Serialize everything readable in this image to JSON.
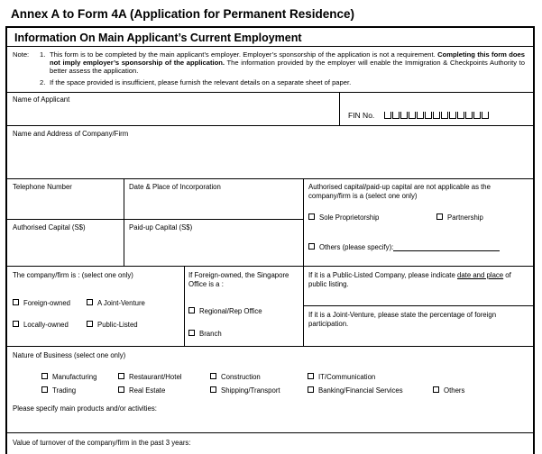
{
  "header": {
    "annex_title": "Annex A to Form 4A (Application for Permanent Residence)"
  },
  "section": {
    "title": "Information On Main Applicant’s Current Employment"
  },
  "notes": {
    "label": "Note:",
    "n1_num": "1.",
    "n1_text_a": "This form is to be completed by the main applicant’s employer. Employer’s sponsorship of the application is not a requirement.",
    "n1_text_bold": "Completing this form does not imply employer’s sponsorship of the application.",
    "n1_text_b": "The information provided by the employer will enable the Immigration & Checkpoints Authority to better assess the application.",
    "n2_num": "2.",
    "n2_text": "If the space provided is insufficient, please furnish the relevant details on a separate sheet of paper."
  },
  "fields": {
    "name_of_applicant": "Name of Applicant",
    "fin_no": "FIN No.",
    "name_address_company": "Name and Address of Company/Firm",
    "telephone": "Telephone Number",
    "date_place_incorporation": "Date & Place of Incorporation",
    "authorised_capital": "Authorised Capital (S$)",
    "paidup_capital": "Paid-up Capital (S$)",
    "capital_na_note": "Authorised capital/paid-up capital are not applicable as the company/firm is a (select one only)",
    "company_firm_is": "The company/firm is :   (select one only)",
    "foreign_owned_office": "If Foreign-owned, the Singapore Office is a :",
    "public_listed_prefix": "If it is a Public-Listed Company, please indicate ",
    "public_listed_underlined": "date and place",
    "public_listed_mid": " of public listing.",
    "joint_venture_note": "If it is a Joint-Venture, please state the percentage of foreign participation.",
    "nature_of_business": "Nature of Business (select one only)",
    "main_products": "Please specify main products and/or activities:",
    "turnover": "Value of turnover of the company/firm in the past 3 years:"
  },
  "options": {
    "sole_proprietorship": "Sole Proprietorship",
    "partnership": "Partnership",
    "others_specify": "Others (please specify):",
    "foreign_owned": "Foreign-owned",
    "joint_venture": "A Joint-Venture",
    "locally_owned": "Locally-owned",
    "public_listed": "Public-Listed",
    "regional_rep_office": "Regional/Rep Office",
    "branch": "Branch"
  },
  "business_types": {
    "row1": [
      "Manufacturing",
      "Restaurant/Hotel",
      "Construction",
      "IT/Communication"
    ],
    "row2": [
      "Trading",
      "Real Estate",
      "Shipping/Transport",
      "Banking/Financial Services",
      "Others"
    ]
  }
}
